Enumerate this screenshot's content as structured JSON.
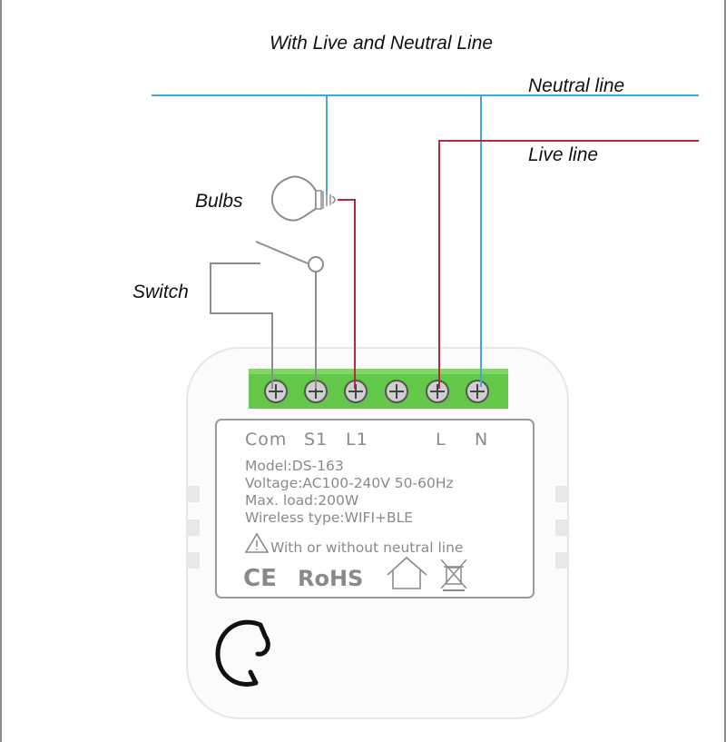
{
  "diagram": {
    "title": "With Live and  Neutral Line",
    "labels": {
      "neutral": "Neutral line",
      "live": "Live line",
      "bulbs": "Bulbs",
      "switch": "Switch"
    },
    "wire_colors": {
      "neutral": "#44a9d6",
      "live": "#b52a3a",
      "switch_wire": "#8d8d8d"
    }
  },
  "device": {
    "terminals": [
      "Com",
      "S1",
      "L1",
      "L",
      "N"
    ],
    "spec_lines": [
      "Model:DS-163",
      "Voltage:AC100-240V  50-60Hz",
      "Max.  load:200W",
      "Wireless type:WIFI+BLE"
    ],
    "warning": "With or without neutral line",
    "marks": {
      "ce": "CE",
      "rohs": "RoHS"
    },
    "icons": [
      "warning-triangle-icon",
      "house-icon",
      "weee-bin-icon",
      "pin-hole-icon"
    ]
  }
}
